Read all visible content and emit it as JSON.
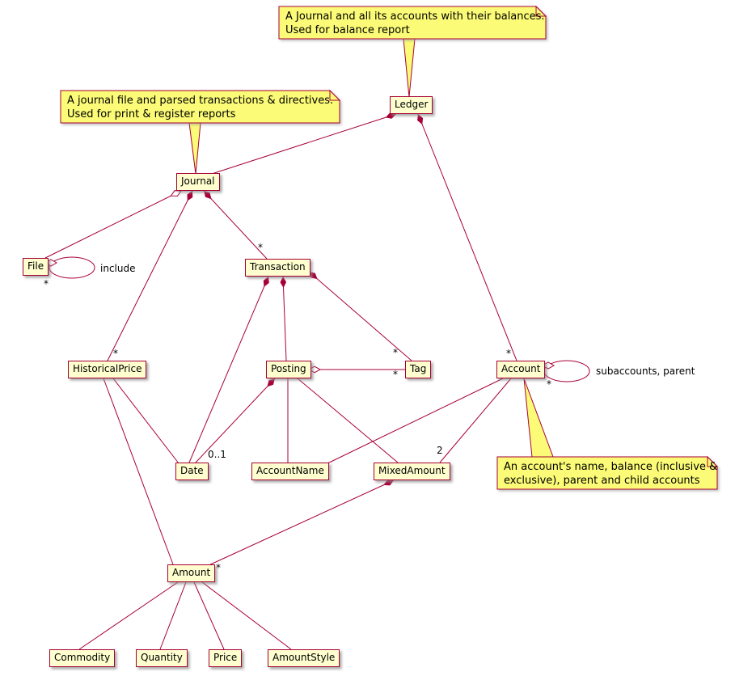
{
  "diagram": {
    "kind": "uml-class-diagram",
    "subject": "hledger data model"
  },
  "colors": {
    "class_fill": "#FEFECE",
    "class_border": "#A80036",
    "edge": "#A80036",
    "note_fill": "#FBFB77",
    "note_border": "#A80036",
    "background": "#FFFFFF",
    "text": "#000000"
  },
  "classes": {
    "ledger": "Ledger",
    "journal": "Journal",
    "file": "File",
    "transaction": "Transaction",
    "historicalprice": "HistoricalPrice",
    "posting": "Posting",
    "tag": "Tag",
    "account": "Account",
    "date": "Date",
    "accountname": "AccountName",
    "mixedamount": "MixedAmount",
    "amount": "Amount",
    "commodity": "Commodity",
    "quantity": "Quantity",
    "price": "Price",
    "amountstyle": "AmountStyle"
  },
  "notes": {
    "ledger": {
      "line1": "A Journal and all its accounts with their balances.",
      "line2": "Used for balance report"
    },
    "journal": {
      "line1": "A journal file and parsed transactions & directives.",
      "line2": "Used for print & register reports"
    },
    "account": {
      "line1": "An account's name, balance (inclusive &",
      "line2": "exclusive), parent and child accounts"
    }
  },
  "edge_labels": {
    "include": "include",
    "subaccounts": "subaccounts, parent"
  },
  "multiplicity": {
    "journal_transaction": "*",
    "journal_historicalprice": "*",
    "ledger_account": "*",
    "transaction_tag": "*",
    "posting_tag": "*",
    "posting_date": "0..1",
    "account_mixedamount": "2",
    "mixedamount_amount": "*",
    "file_include": "*",
    "account_subaccounts": "*"
  },
  "relationships": [
    {
      "from": "Ledger",
      "to": "Journal",
      "type": "composition"
    },
    {
      "from": "Ledger",
      "to": "Account",
      "type": "composition",
      "multiplicity": "*"
    },
    {
      "from": "Journal",
      "to": "File",
      "type": "aggregation"
    },
    {
      "from": "File",
      "to": "File",
      "type": "aggregation",
      "multiplicity": "*",
      "label": "include"
    },
    {
      "from": "Journal",
      "to": "Transaction",
      "type": "composition",
      "multiplicity": "*"
    },
    {
      "from": "Journal",
      "to": "HistoricalPrice",
      "type": "composition",
      "multiplicity": "*"
    },
    {
      "from": "Transaction",
      "to": "Date",
      "type": "composition"
    },
    {
      "from": "Transaction",
      "to": "Posting",
      "type": "composition"
    },
    {
      "from": "Transaction",
      "to": "Tag",
      "type": "composition",
      "multiplicity": "*"
    },
    {
      "from": "Posting",
      "to": "Tag",
      "type": "aggregation",
      "multiplicity": "*"
    },
    {
      "from": "Posting",
      "to": "Date",
      "type": "composition",
      "multiplicity": "0..1"
    },
    {
      "from": "Posting",
      "to": "AccountName",
      "type": "association"
    },
    {
      "from": "Posting",
      "to": "MixedAmount",
      "type": "association"
    },
    {
      "from": "Account",
      "to": "Account",
      "type": "aggregation",
      "multiplicity": "*",
      "label": "subaccounts, parent"
    },
    {
      "from": "Account",
      "to": "AccountName",
      "type": "association"
    },
    {
      "from": "Account",
      "to": "MixedAmount",
      "type": "association",
      "multiplicity": "2"
    },
    {
      "from": "MixedAmount",
      "to": "Amount",
      "type": "composition",
      "multiplicity": "*"
    },
    {
      "from": "HistoricalPrice",
      "to": "Date",
      "type": "association"
    },
    {
      "from": "HistoricalPrice",
      "to": "Amount",
      "type": "association"
    },
    {
      "from": "Amount",
      "to": "Commodity",
      "type": "association"
    },
    {
      "from": "Amount",
      "to": "Quantity",
      "type": "association"
    },
    {
      "from": "Amount",
      "to": "Price",
      "type": "association"
    },
    {
      "from": "Amount",
      "to": "AmountStyle",
      "type": "association"
    }
  ]
}
